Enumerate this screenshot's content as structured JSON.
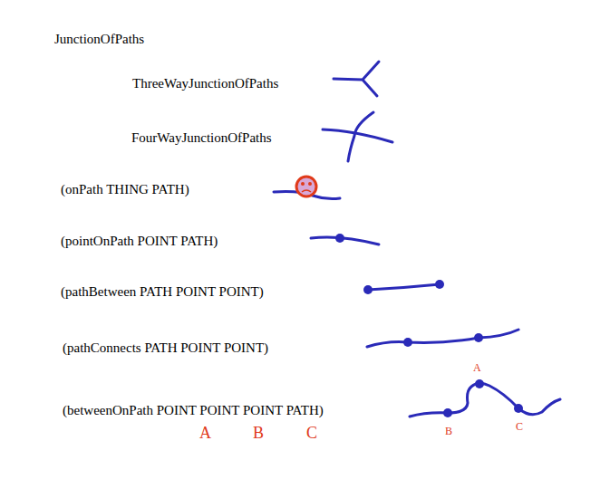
{
  "diagram": {
    "labels": [
      "JunctionOfPaths",
      "ThreeWayJunctionOfPaths",
      "FourWayJunctionOfPaths",
      "(onPath THING PATH)",
      "(pointOnPath POINT PATH)",
      "(pathBetween PATH POINT POINT)",
      "(pathConnects PATH POINT POINT)",
      "(betweenOnPath POINT POINT POINT PATH)",
      "A",
      "B",
      "C",
      "A",
      "B",
      "C"
    ]
  }
}
